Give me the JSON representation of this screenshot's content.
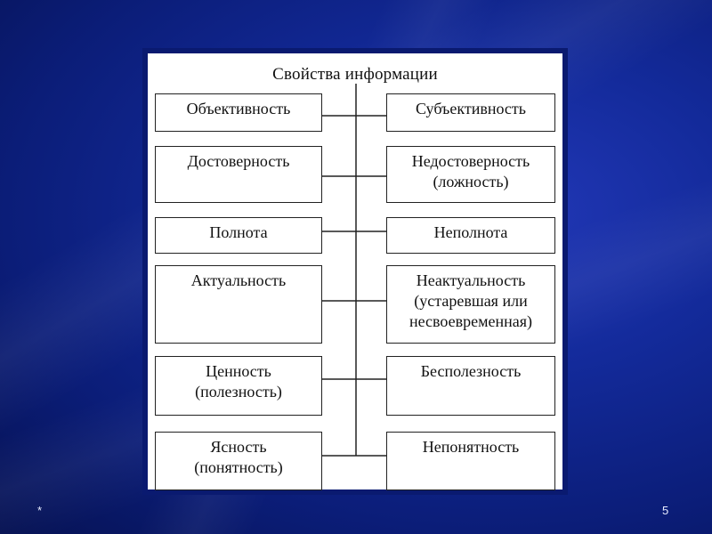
{
  "diagram": {
    "title": "Свойства информации",
    "rows": [
      {
        "left": [
          "Объективность"
        ],
        "right": [
          "Субъективность"
        ]
      },
      {
        "left": [
          "Достоверность"
        ],
        "right": [
          "Недостоверность",
          "(ложность)"
        ]
      },
      {
        "left": [
          "Полнота"
        ],
        "right": [
          "Неполнота"
        ]
      },
      {
        "left": [
          "Актуальность"
        ],
        "right": [
          "Неактуальность",
          "(устаревшая или",
          "несвоевременная)"
        ]
      },
      {
        "left": [
          "Ценность",
          "(полезность)"
        ],
        "right": [
          "Бесполезность"
        ]
      },
      {
        "left": [
          "Ясность",
          "(понятность)"
        ],
        "right": [
          "Непонятность"
        ]
      }
    ]
  },
  "footer": {
    "left_mark": "*",
    "page_number": "5"
  },
  "colors": {
    "background": "#0b1d78",
    "frame": "#0a1a70",
    "panel": "#ffffff",
    "lines": "#222222"
  }
}
